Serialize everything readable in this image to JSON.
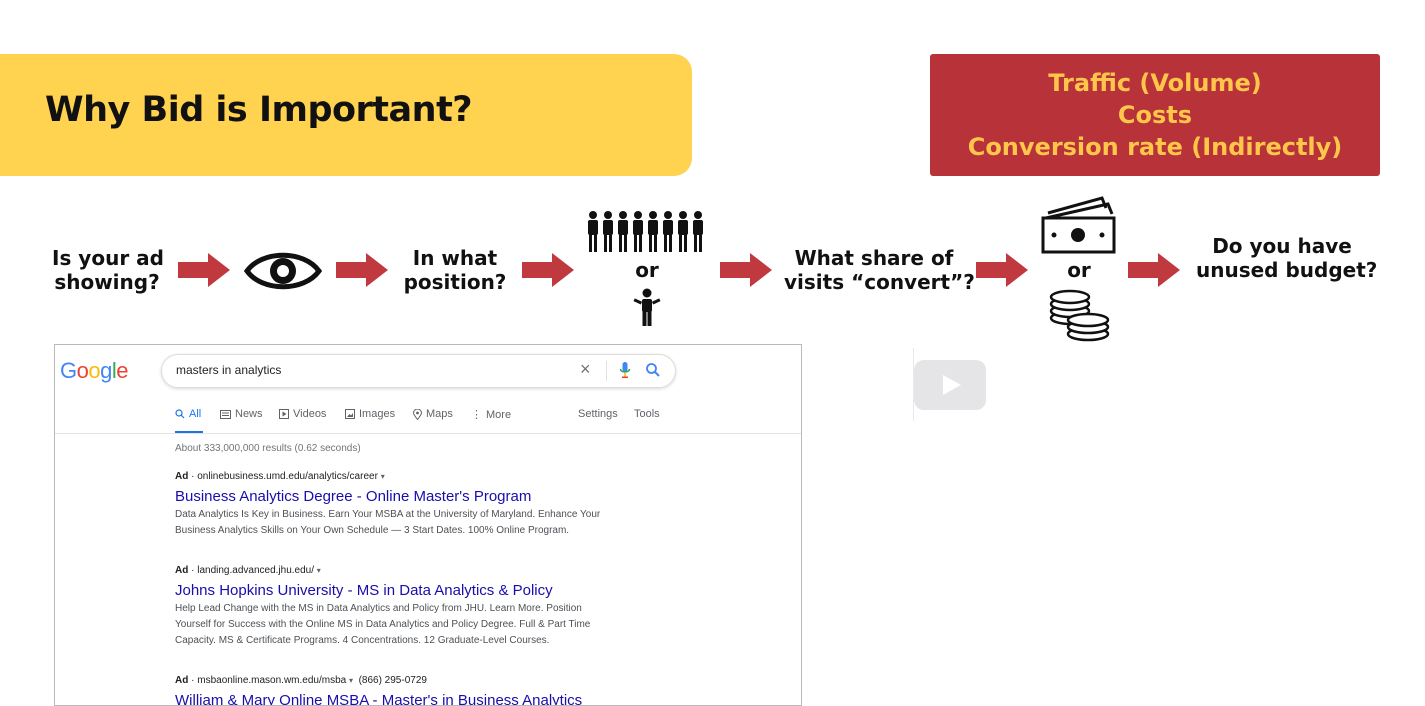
{
  "title": "Why Bid is Important?",
  "impacts": {
    "lines": [
      "Traffic (Volume)",
      "Costs",
      "Conversion rate (Indirectly)"
    ]
  },
  "flow": {
    "step1": [
      "Is your ad",
      "showing?"
    ],
    "step2": [
      "In what",
      "position?"
    ],
    "step3_or": "or",
    "step4": [
      "What share of",
      "visits “convert”?"
    ],
    "step5_or": "or",
    "step6": [
      "Do you have",
      "unused budget?"
    ]
  },
  "google": {
    "logo": "Google",
    "query": "masters in analytics",
    "tabs": [
      "All",
      "News",
      "Videos",
      "Images",
      "Maps",
      "More",
      "Settings",
      "Tools"
    ],
    "stats": "About 333,000,000 results (0.62 seconds)",
    "ads": [
      {
        "label": "Ad",
        "url": "onlinebusiness.umd.edu/analytics/career",
        "title": "Business Analytics Degree - Online Master's Program",
        "desc1": "Data Analytics Is Key in Business. Earn Your MSBA at the University of Maryland. Enhance Your",
        "desc2": "Business Analytics Skills on Your Own Schedule — 3 Start Dates. 100% Online Program."
      },
      {
        "label": "Ad",
        "url": "landing.advanced.jhu.edu/",
        "title": "Johns Hopkins University - MS in Data Analytics & Policy",
        "desc1": "Help Lead Change with the MS in Data Analytics and Policy from JHU. Learn More. Position",
        "desc2": "Yourself for Success with the Online MS in Data Analytics and Policy Degree. Full & Part Time",
        "desc3": "Capacity. MS & Certificate Programs. 4 Concentrations. 12 Graduate-Level Courses."
      },
      {
        "label": "Ad",
        "url": "msbaonline.mason.wm.edu/msba",
        "phone": "(866) 295-0729",
        "title": "William & Mary Online MSBA - Master's in Business Analytics"
      }
    ]
  },
  "colors": {
    "title_bg": "#ffd24f",
    "impact_bg": "#b8323a",
    "impact_text": "#ffc64a",
    "arrow": "#c0393f",
    "link": "#1a0dab"
  },
  "icons": [
    "eye-icon",
    "crowd-icon",
    "person-icon",
    "money-stack-icon",
    "coins-icon",
    "microphone-icon",
    "search-icon",
    "close-icon",
    "video-play-icon"
  ]
}
